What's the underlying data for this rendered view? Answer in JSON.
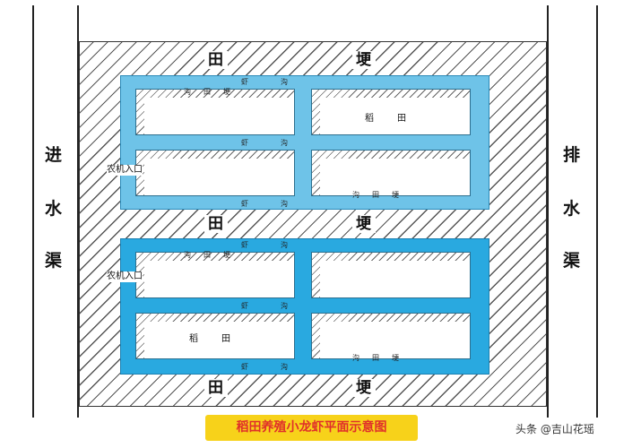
{
  "labels": {
    "ridge_char_1": "田",
    "ridge_char_2": "埂",
    "inlet": [
      "进",
      "水",
      "渠"
    ],
    "outlet": [
      "排",
      "水",
      "渠"
    ],
    "shrimp_ditch": "虾　沟",
    "ridge_inner": "沟田埂",
    "ridge_inner_top": "沟田埂",
    "paddy": "稻田",
    "farm_entrance": "农机入口",
    "caption": "稻田养殖小龙虾平面示意图",
    "watermark": "头条 @吉山花瑶"
  },
  "colors": {
    "upper_ditch": "#6ec3e8",
    "lower_ditch": "#29a9e0",
    "caption_bg": "#f7d21a",
    "caption_text": "#e0302a"
  }
}
